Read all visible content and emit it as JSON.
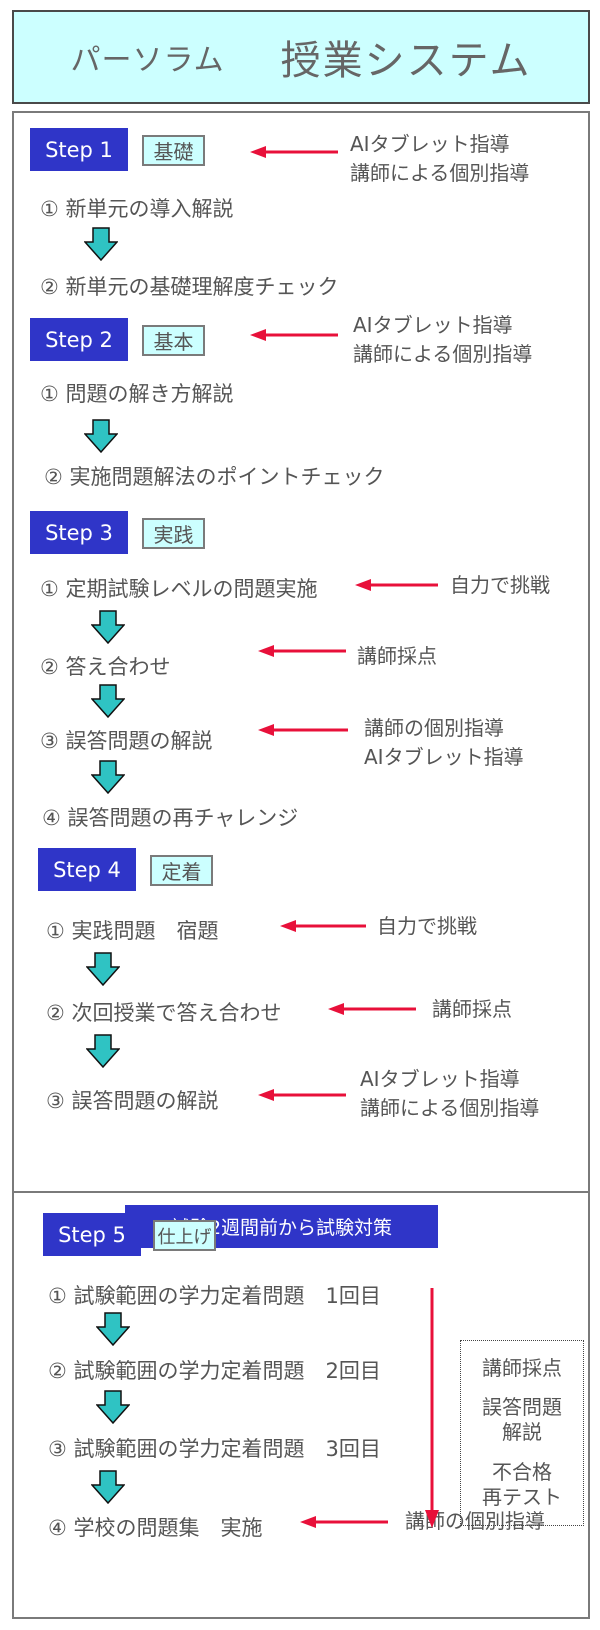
{
  "header": {
    "brand": "パーソラム",
    "title": "授業システム"
  },
  "steps": [
    {
      "label": "Step 1",
      "tag": "基礎",
      "items": [
        "① 新単元の導入解説",
        "② 新単元の基礎理解度チェック"
      ],
      "notes": [
        "AIタブレット指導",
        "講師による個別指導"
      ]
    },
    {
      "label": "Step 2",
      "tag": "基本",
      "items": [
        "① 問題の解き方解説",
        "② 実施問題解法のポイントチェック"
      ],
      "notes": [
        "AIタブレット指導",
        "講師による個別指導"
      ]
    },
    {
      "label": "Step 3",
      "tag": "実践",
      "items": [
        "① 定期試験レベルの問題実施",
        "② 答え合わせ",
        "③ 誤答問題の解説",
        "④ 誤答問題の再チャレンジ"
      ],
      "notes": [
        "自力で挑戦",
        "講師採点",
        "講師の個別指導",
        "AIタブレット指導"
      ]
    },
    {
      "label": "Step 4",
      "tag": "定着",
      "items": [
        "① 実践問題　宿題",
        "② 次回授業で答え合わせ",
        "③ 誤答問題の解説"
      ],
      "notes": [
        "自力で挑戦",
        "講師採点",
        "AIタブレット指導",
        "講師による個別指導"
      ]
    },
    {
      "label": "Step 5",
      "tag": "仕上げ",
      "items": [
        "① 試験範囲の学力定着問題　1回目",
        "② 試験範囲の学力定着問題　2回目",
        "③ 試験範囲の学力定着問題　3回目",
        "④ 学校の問題集　実施"
      ],
      "notes": [
        "講師の個別指導"
      ]
    }
  ],
  "banner": "試験2週間前から試験対策",
  "sidebox": [
    "講師採点",
    "誤答問題\n解説",
    "不合格\n再テスト"
  ],
  "colors": {
    "step_bg": "#2f35c8",
    "tag_bg": "#ccffff",
    "header_bg": "#ccffff",
    "red_arrow": "#e8103a",
    "down_arrow": "#2fc3c3"
  }
}
